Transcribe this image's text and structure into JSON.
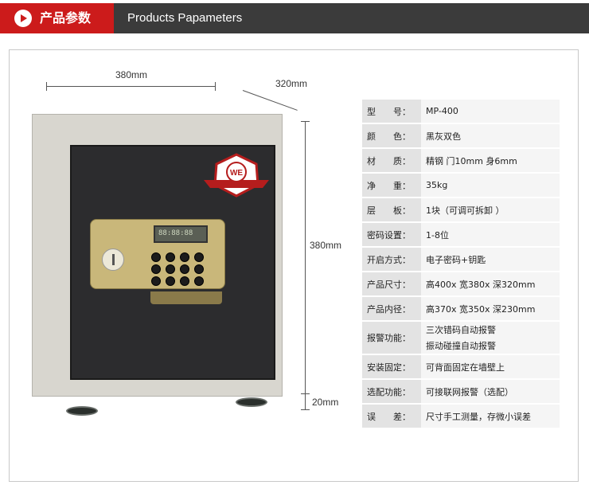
{
  "header": {
    "cn_title": "产品参数",
    "en_title": "Products Papameters",
    "accent_color": "#cc1b1b",
    "bar_color": "#3b3b3b"
  },
  "dimensions": {
    "width": "380mm",
    "depth": "320mm",
    "height": "380mm",
    "feet": "20mm"
  },
  "product": {
    "lcd": "88:88:88",
    "emblem_letters": "WE"
  },
  "specs": [
    {
      "label": "型　　号：",
      "value": "MP-400"
    },
    {
      "label": "颜　　色：",
      "value": "黑灰双色"
    },
    {
      "label": "材　　质：",
      "value": "精钢 门10mm 身6mm"
    },
    {
      "label": "净　　重：",
      "value": "35kg"
    },
    {
      "label": "层　　板：",
      "value": "1块（可调可拆卸 ）"
    },
    {
      "label": "密码设置：",
      "value": "1-8位"
    },
    {
      "label": "开启方式：",
      "value": "电子密码+钥匙"
    },
    {
      "label": "产品尺寸：",
      "value": "高400x 宽380x 深320mm"
    },
    {
      "label": "产品内径：",
      "value": "高370x 宽350x 深230mm"
    },
    {
      "label": "报警功能：",
      "value": "三次错码自动报警",
      "value2": "振动碰撞自动报警"
    },
    {
      "label": "安装固定：",
      "value": "可背面固定在墙壁上"
    },
    {
      "label": "选配功能：",
      "value": "可接联网报警（选配）"
    },
    {
      "label": "误　　差：",
      "value": "尺寸手工测量，存微小误差"
    }
  ]
}
